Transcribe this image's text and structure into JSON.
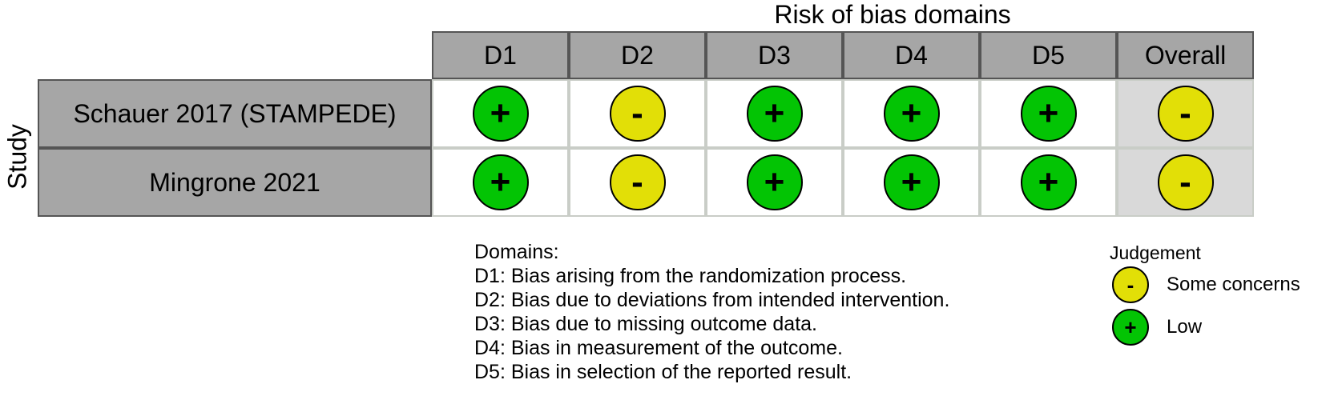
{
  "title": "Risk of bias domains",
  "y_axis_label": "Study",
  "columns": [
    "D1",
    "D2",
    "D3",
    "D4",
    "D5",
    "Overall"
  ],
  "studies": [
    {
      "name": "Schauer 2017 (STAMPEDE)",
      "judgements": [
        "+",
        "-",
        "+",
        "+",
        "+",
        "-"
      ]
    },
    {
      "name": "Mingrone 2021",
      "judgements": [
        "+",
        "-",
        "+",
        "+",
        "+",
        "-"
      ]
    }
  ],
  "domains_legend": {
    "heading": "Domains:",
    "items": [
      "D1: Bias arising from the randomization process.",
      "D2: Bias due to deviations from intended intervention.",
      "D3: Bias due to missing outcome data.",
      "D4: Bias in measurement of the outcome.",
      "D5: Bias in selection of the reported result."
    ]
  },
  "judgement_legend": {
    "title": "Judgement",
    "items": [
      {
        "symbol": "-",
        "label": "Some concerns",
        "color": "#e2df07"
      },
      {
        "symbol": "+",
        "label": "Low",
        "color": "#03c404"
      }
    ]
  },
  "colors": {
    "low": "#03c404",
    "some_concerns": "#e2df07",
    "header_bg": "#a6a6a6",
    "overall_bg": "#d9d9d9"
  }
}
